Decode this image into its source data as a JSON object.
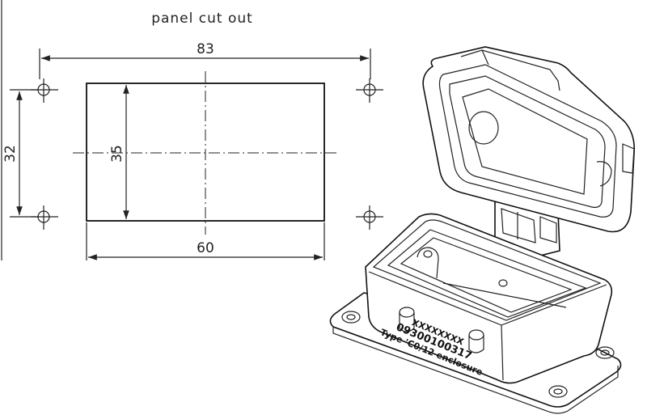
{
  "drawing": {
    "title": "panel cut out",
    "dimensions": {
      "hole_spacing_horizontal": "83",
      "hole_spacing_vertical": "32",
      "cutout_width": "60",
      "cutout_height": "35"
    },
    "product_marking": {
      "line1": "XXXXXXXX",
      "line2": "09300100317",
      "line3": "Type 'C0/12 enclosure"
    }
  }
}
